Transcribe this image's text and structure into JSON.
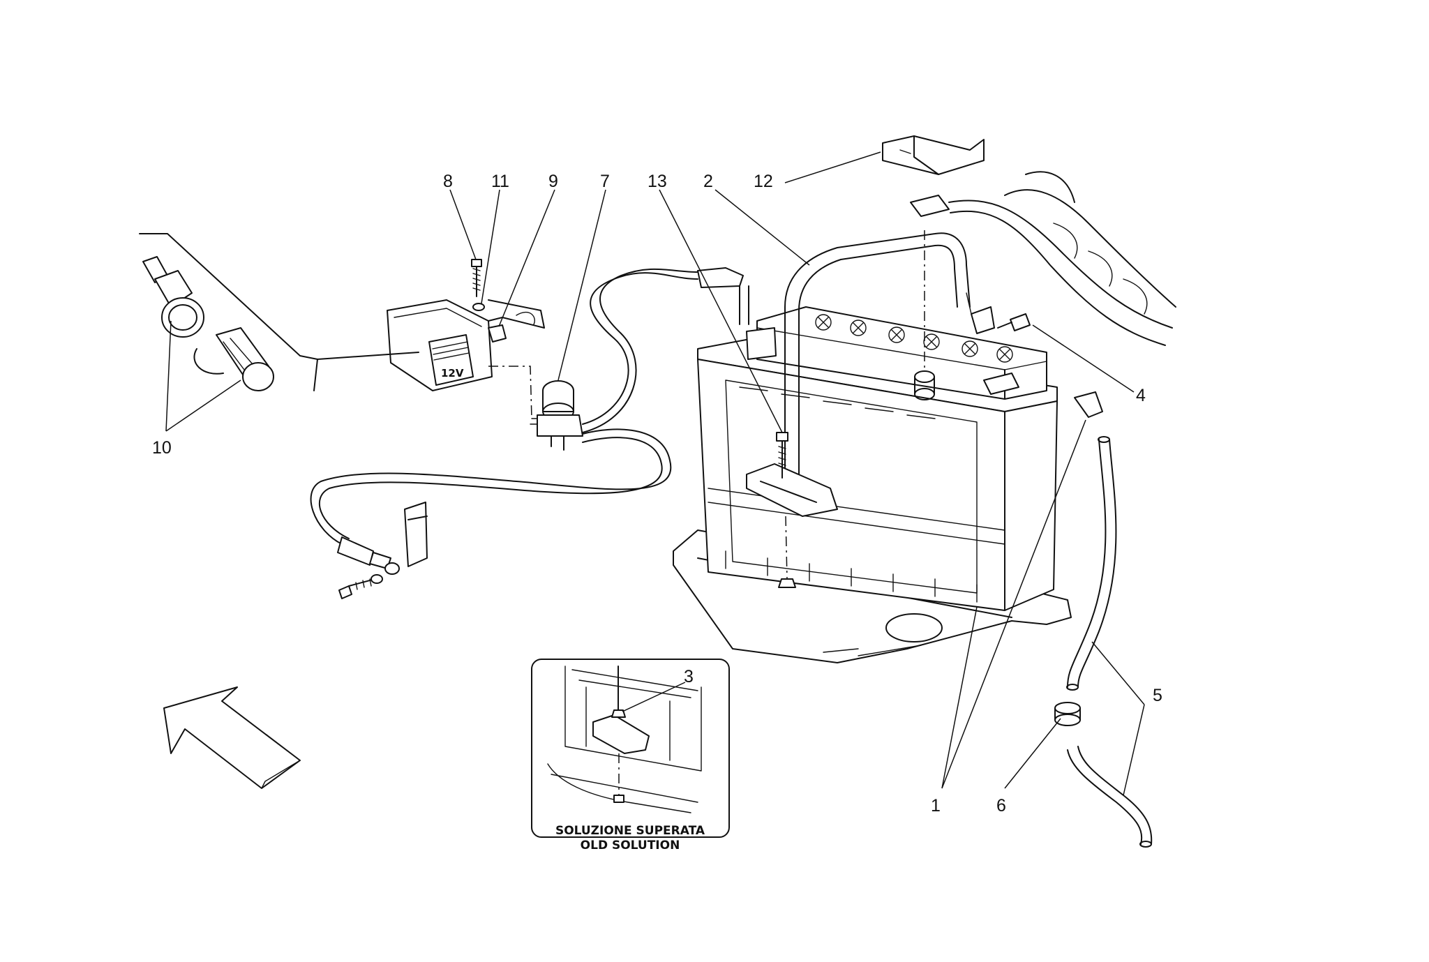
{
  "callouts": [
    {
      "id": "1",
      "label": "1"
    },
    {
      "id": "2",
      "label": "2"
    },
    {
      "id": "3",
      "label": "3"
    },
    {
      "id": "4",
      "label": "4"
    },
    {
      "id": "5",
      "label": "5"
    },
    {
      "id": "6",
      "label": "6"
    },
    {
      "id": "7",
      "label": "7"
    },
    {
      "id": "8",
      "label": "8"
    },
    {
      "id": "9",
      "label": "9"
    },
    {
      "id": "10",
      "label": "10"
    },
    {
      "id": "11",
      "label": "11"
    },
    {
      "id": "12",
      "label": "12"
    },
    {
      "id": "13",
      "label": "13"
    }
  ],
  "socket_badge": "12V",
  "inset": {
    "caption_line1": "SOLUZIONE SUPERATA",
    "caption_line2": "OLD SOLUTION"
  },
  "icons": {
    "direction_arrow": "forward-direction-arrow-icon"
  }
}
